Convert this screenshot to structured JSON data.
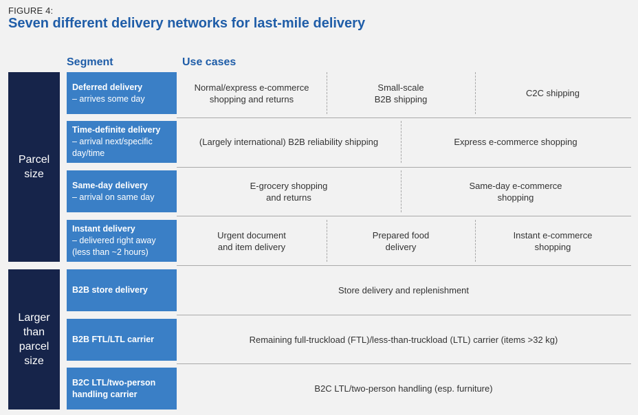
{
  "figure_label": "FIGURE 4:",
  "title": "Seven different delivery networks for last-mile delivery",
  "headers": {
    "segment": "Segment",
    "use_cases": "Use cases"
  },
  "groups": [
    {
      "label_lines": [
        "Parcel",
        "size"
      ],
      "color": "#16244a"
    },
    {
      "label_lines": [
        "Larger",
        "than",
        "parcel",
        "size"
      ],
      "color": "#16244a"
    }
  ],
  "segment_color": "#3a7fc6",
  "rows": [
    {
      "segment": "Deferred delivery",
      "detail": "– arrives some day",
      "use_cases": [
        [
          "Normal/express e-commerce",
          "shopping and returns"
        ],
        [
          "Small-scale",
          "B2B shipping"
        ],
        [
          "C2C shipping"
        ]
      ]
    },
    {
      "segment": "Time-definite delivery",
      "detail": "– arrival next/specific day/time",
      "use_cases": [
        [
          "(Largely international) B2B reliability shipping"
        ],
        [
          "Express e-commerce shopping"
        ]
      ]
    },
    {
      "segment": "Same-day delivery",
      "detail": "– arrival on same day",
      "use_cases": [
        [
          "E-grocery shopping",
          "and returns"
        ],
        [
          "Same-day e-commerce",
          "shopping"
        ]
      ]
    },
    {
      "segment": "Instant delivery",
      "detail": "– delivered right away (less than ~2 hours)",
      "use_cases": [
        [
          "Urgent document",
          "and item delivery"
        ],
        [
          "Prepared food",
          "delivery"
        ],
        [
          "Instant e-commerce",
          "shopping"
        ]
      ]
    },
    {
      "segment": "B2B store delivery",
      "detail": "",
      "use_cases": [
        [
          "Store delivery and replenishment"
        ]
      ]
    },
    {
      "segment": "B2B FTL/LTL carrier",
      "detail": "",
      "use_cases": [
        [
          "Remaining full-truckload (FTL)/less-than-truckload (LTL) carrier (items >32 kg)"
        ]
      ]
    },
    {
      "segment": "B2C LTL/two-person handling carrier",
      "detail": "",
      "use_cases": [
        [
          "B2C LTL/two-person handling (esp. furniture)"
        ]
      ]
    }
  ]
}
